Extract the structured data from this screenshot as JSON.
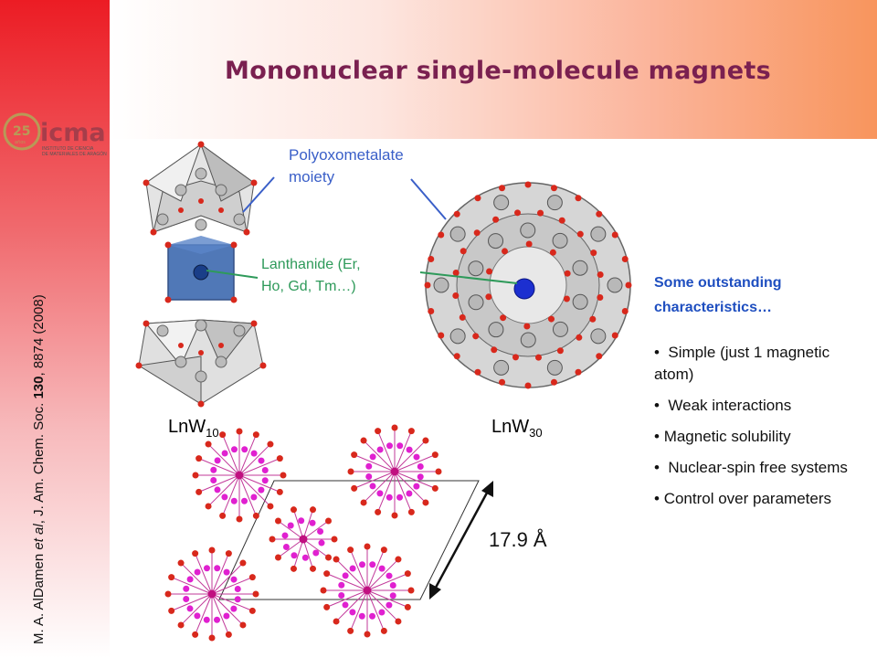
{
  "title": "Mononuclear single-molecule magnets",
  "citation": {
    "authors": "M. A. AlDamen ",
    "etal": "et al",
    "journal": ", J. Am. Chem. Soc. ",
    "volume": "130",
    "pages": ", 8874 (2008)"
  },
  "logo": {
    "badge": "25",
    "badge_sub": "años",
    "name": "icma",
    "line1": "INSTITUTO DE CIENCIA",
    "line2": "DE MATERIALES DE ARAGÓN"
  },
  "labels": {
    "polyoxometalate": [
      "Polyoxometalate",
      "moiety"
    ],
    "lanthanide": [
      "Lanthanide (Er,",
      "Ho, Gd, Tm…)"
    ],
    "lnw10": {
      "base": "LnW",
      "sub": "10"
    },
    "lnw30": {
      "base": "LnW",
      "sub": "30"
    },
    "distance": "17.9 Å"
  },
  "characteristics": {
    "heading": "Some outstanding characteristics…",
    "items": [
      "Simple (just 1 magnetic atom)",
      "Weak interactions",
      "Magnetic solubility",
      "Nuclear-spin free systems",
      "Control over parameters"
    ]
  },
  "colors": {
    "title": "#7a2050",
    "accent_blue": "#1f4fc0",
    "label_blue": "#3a5fc8",
    "label_green": "#2e9a5a",
    "left_bar": "#ec1c24",
    "band_end": "#f8955d"
  }
}
